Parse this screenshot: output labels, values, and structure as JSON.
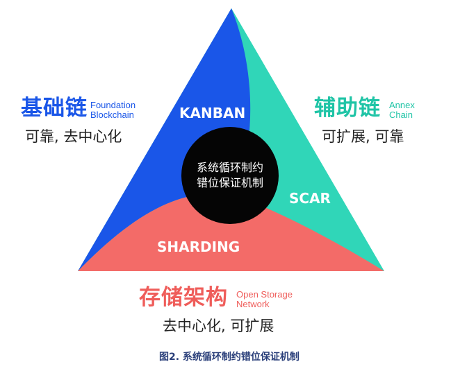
{
  "colors": {
    "blue": "#1a56e8",
    "teal": "#30d6b8",
    "coral": "#f36b68",
    "center": "#050505",
    "blue_text": "#1a56e8",
    "teal_text": "#1fc4a6",
    "coral_text": "#ef5d5a",
    "caption": "#2a3f7a"
  },
  "left": {
    "title": "基础链",
    "sub_line1": "Foundation",
    "sub_line2": "Blockchain",
    "feature": "可靠, 去中心化"
  },
  "right": {
    "title": "辅助链",
    "sub_line1": "Annex",
    "sub_line2": "Chain",
    "feature": "可扩展, 可靠"
  },
  "bottom": {
    "title": "存储架构",
    "sub_line1": "Open Storage",
    "sub_line2": "Network",
    "feature": "去中心化, 可扩展"
  },
  "segments": {
    "kanban": "KANBAN",
    "scar": "SCAR",
    "sharding": "SHARDING"
  },
  "center": {
    "line1": "系统循环制约",
    "line2": "错位保证机制"
  },
  "caption": "图2. 系统循环制约错位保证机制"
}
